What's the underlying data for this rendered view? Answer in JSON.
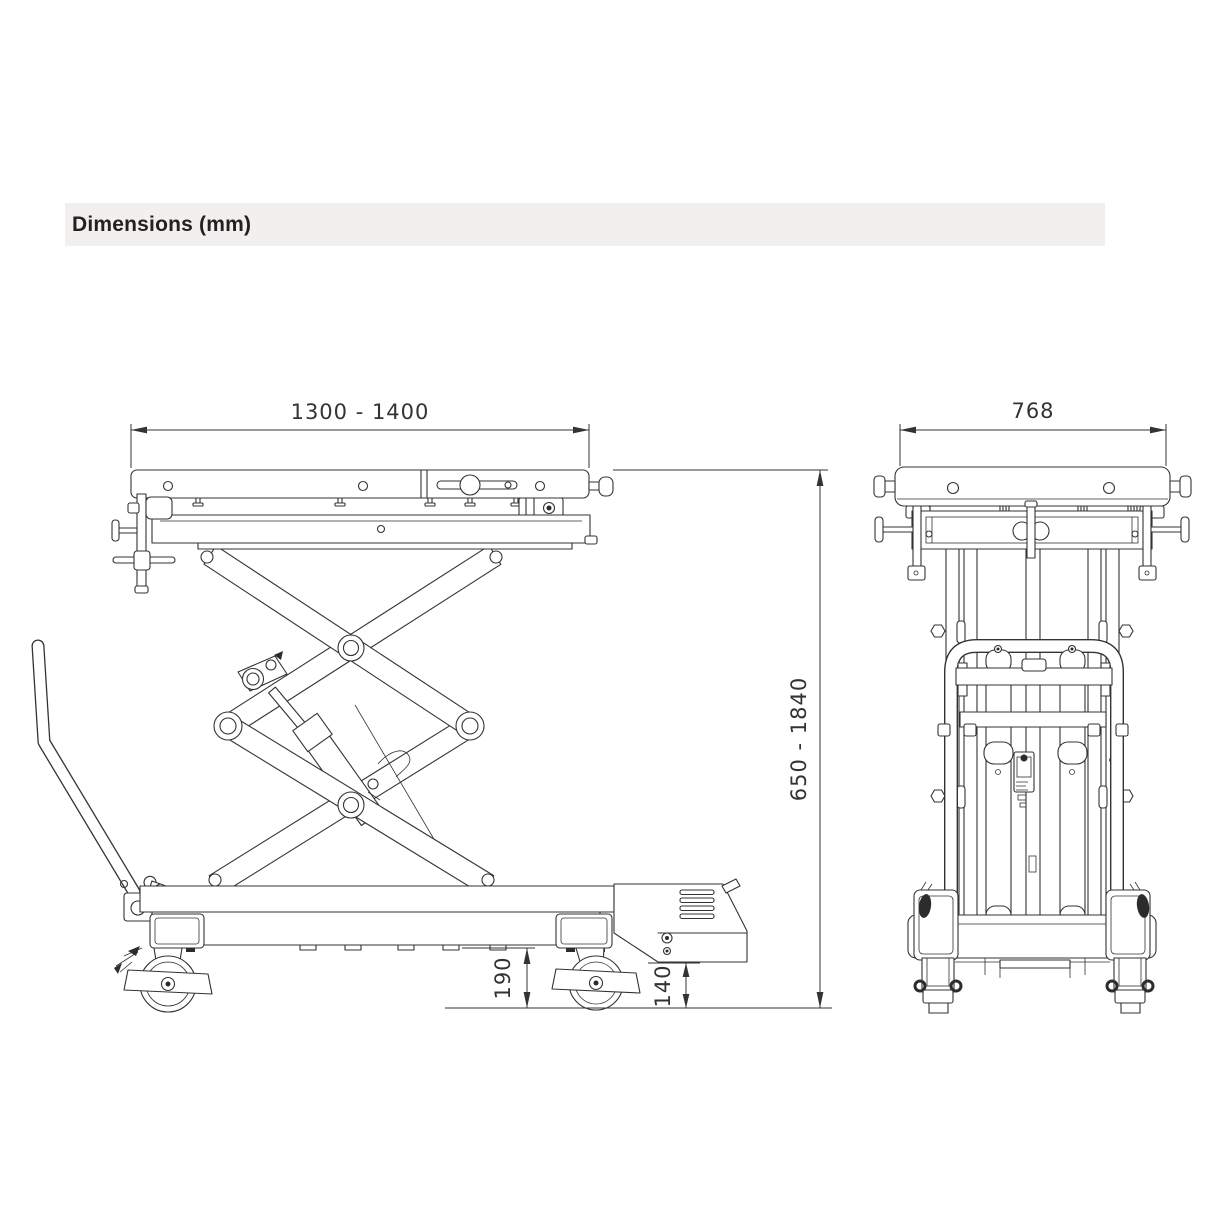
{
  "page": {
    "background_color": "#ffffff"
  },
  "header": {
    "title": "Dimensions (mm)",
    "background_color": "#f1f0ee",
    "text_color": "#232021"
  },
  "diagram": {
    "stroke_color": "#333333",
    "side_view": {
      "name": "scissor-lift-trolley-side-view",
      "dim_width": {
        "label": "1300 - 1400"
      },
      "dim_height": {
        "label": "650 - 1840"
      },
      "dim_caster": {
        "label": "190"
      },
      "dim_clearance": {
        "label": "140"
      }
    },
    "front_view": {
      "name": "scissor-lift-trolley-front-view",
      "dim_depth": {
        "label": "768"
      }
    }
  }
}
